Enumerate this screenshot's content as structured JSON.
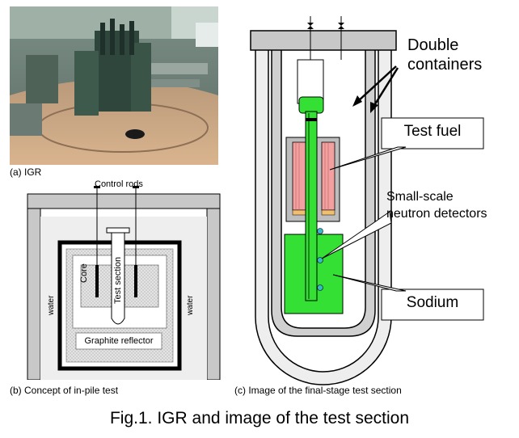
{
  "photo": {
    "caption": "(a) IGR",
    "dominant_colors": [
      "#3f5a4e",
      "#8a9a8c",
      "#c9a27a",
      "#2b3a35"
    ]
  },
  "concept": {
    "caption": "(b) Concept of in-pile test",
    "control_rods_label": "Control rods",
    "core_label": "Core",
    "test_section_label": "Test section",
    "water_left_label": "water",
    "water_right_label": "water",
    "graphite_label": "Graphite reflector"
  },
  "test_section": {
    "caption": "(c) Image of the final-stage test section",
    "double_containers_label_line1": "Double",
    "double_containers_label_line2": "containers",
    "test_fuel_label": "Test fuel",
    "detectors_label_line1": "Small-scale",
    "detectors_label_line2": "neutron detectors",
    "sodium_label": "Sodium"
  },
  "figure_caption": "Fig.1. IGR and image of the test section",
  "colors": {
    "sodium_green": "#33e033",
    "fuel_pink": "#f2a0a0",
    "detector_cyan": "#35b8c8",
    "shield_gray": "#d0d0d0"
  }
}
